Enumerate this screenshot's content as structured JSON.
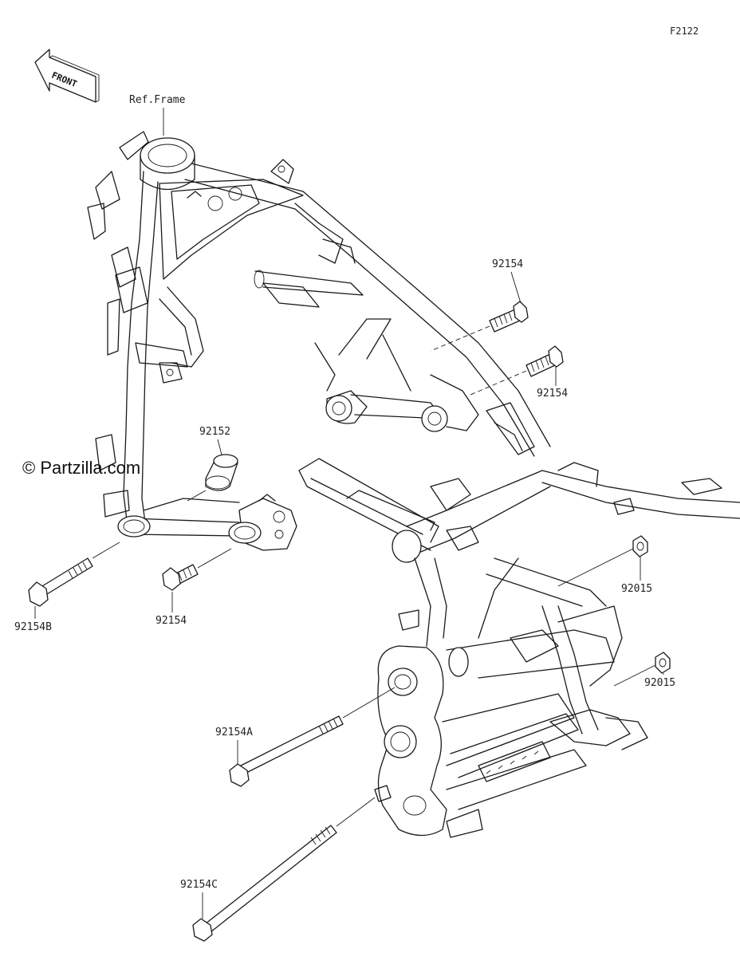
{
  "figure_code": "F2122",
  "front_label": "FRONT",
  "reference_label": "Ref.Frame",
  "watermark": "© Partzilla.com",
  "callouts": {
    "bolt_top_1": "92154",
    "bolt_top_2": "92154",
    "collar": "92152",
    "bolt_long_left": "92154B",
    "bolt_short_left": "92154",
    "nut_upper": "92015",
    "nut_lower": "92015",
    "bolt_through_upper": "92154A",
    "bolt_through_lower": "92154C"
  }
}
